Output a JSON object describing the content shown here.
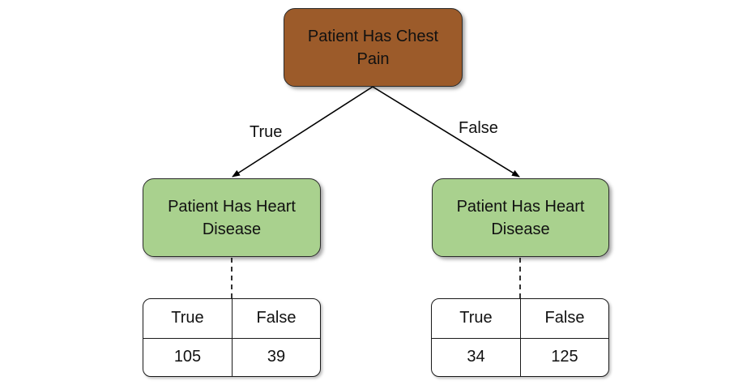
{
  "colors": {
    "root_fill": "#9c5b2a",
    "leaf_fill": "#a9d18e",
    "line": "#000000"
  },
  "root": {
    "label": "Patient Has Chest Pain"
  },
  "edges": {
    "true_label": "True",
    "false_label": "False"
  },
  "left": {
    "label": "Patient Has Heart Disease",
    "table": {
      "headers": [
        "True",
        "False"
      ],
      "values": [
        "105",
        "39"
      ]
    }
  },
  "right": {
    "label": "Patient Has Heart Disease",
    "table": {
      "headers": [
        "True",
        "False"
      ],
      "values": [
        "34",
        "125"
      ]
    }
  }
}
